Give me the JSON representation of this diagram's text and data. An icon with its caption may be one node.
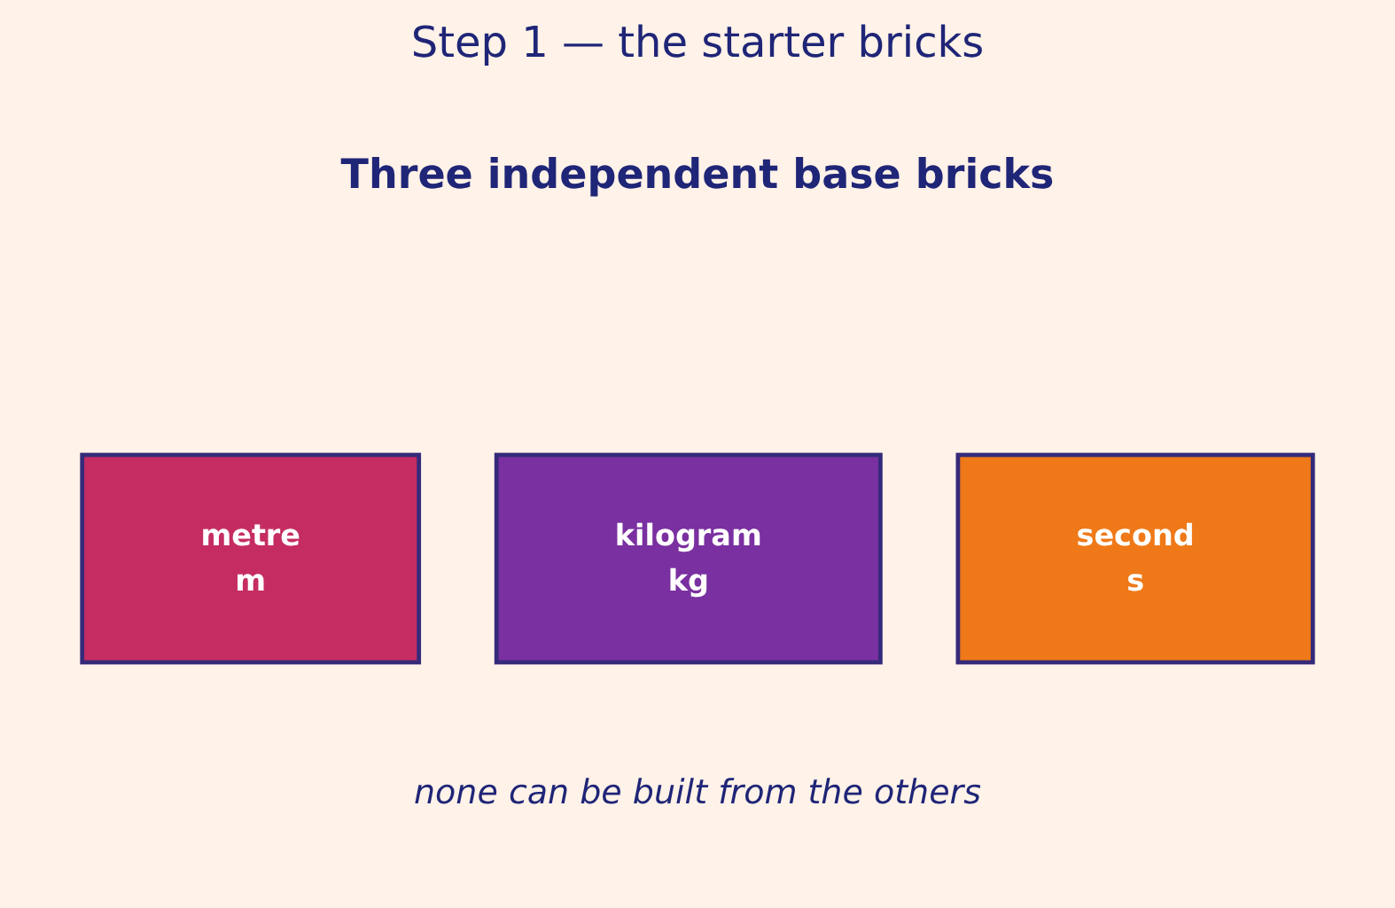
{
  "diagram": {
    "title": "Step 1 — the starter bricks",
    "nodes": [
      {
        "text": [
          "metre",
          "m"
        ]
      },
      {
        "text": [
          "kilogram",
          "kg"
        ]
      },
      {
        "text": [
          "second",
          "s"
        ]
      }
    ],
    "labels": [
      "Three independent base bricks"
    ],
    "caption": "none can be built from the others"
  }
}
